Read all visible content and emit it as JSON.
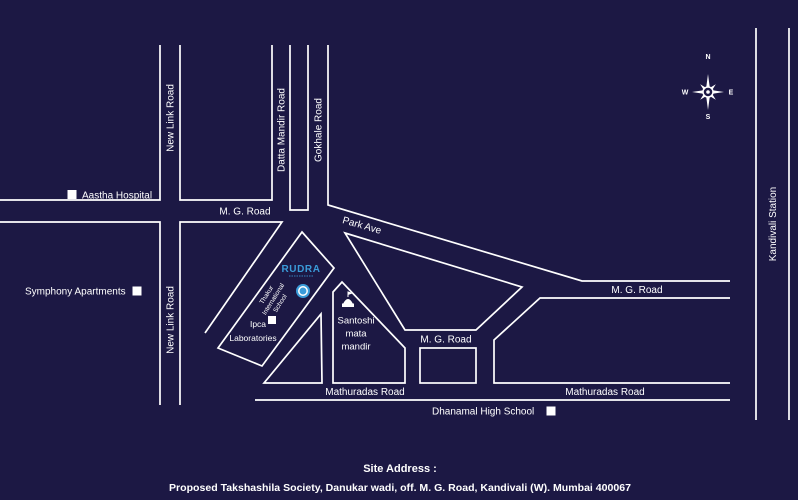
{
  "colors": {
    "background": "#1c1844",
    "road": "#ffffff",
    "label": "#ffffff",
    "brand": "#3a9bd9"
  },
  "compass": {
    "icon": "compass-rose-icon",
    "north": "N",
    "east": "E",
    "south": "S",
    "west": "W"
  },
  "roads": {
    "new_link_road_north": "New Link Road",
    "new_link_road_south": "New Link Road",
    "datta_mandir_road": "Datta Mandir Road",
    "gokhale_road": "Gokhale Road",
    "mg_road_west": "M. G. Road",
    "park_ave": "Park Ave",
    "mg_road_east": "M. G. Road",
    "mg_road_south": "M. G. Road",
    "mathuradas_road_west": "Mathuradas Road",
    "mathuradas_road_east": "Mathuradas Road"
  },
  "railway": {
    "station": "Kandivali Station"
  },
  "landmarks": {
    "marker_icon": "square-marker-icon",
    "temple_icon": "temple-icon",
    "aastha_hospital": "Aastha Hospital",
    "symphony_apartments": "Symphony Apartments",
    "thakur_school": [
      "Thakur",
      "International",
      "School"
    ],
    "ipca_laboratories": [
      "Ipca",
      "Laboratories"
    ],
    "santoshi_mata_mandir": [
      "Santoshi",
      "mata",
      "mandir"
    ],
    "dhanamal_high_school": "Dhanamal High School"
  },
  "project": {
    "name": "RUDRA",
    "location_icon": "location-pin-icon"
  },
  "site_address": {
    "heading": "Site Address :",
    "address": "Proposed Takshashila Society, Danukar wadi, off. M. G. Road, Kandivali (W). Mumbai 400067"
  }
}
